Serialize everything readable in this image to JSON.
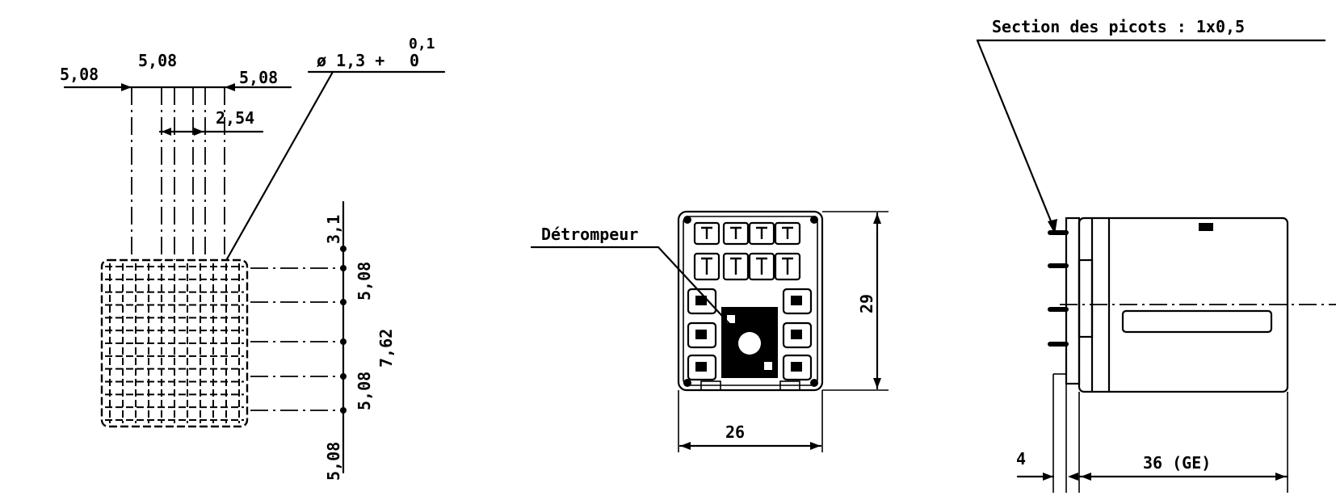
{
  "grid_view": {
    "dim_top_left": "5,08",
    "dim_top_mid": "5,08",
    "dim_top_right": "5,08",
    "dim_half_pitch": "2,54",
    "hole_diameter": "ø 1,3 +",
    "hole_tol_upper": "0,1",
    "hole_tol_lower": "0",
    "dim_v_top": "3,1",
    "dim_v_a": "5,08",
    "dim_v_overall": "7,62",
    "dim_v_b": "5,08",
    "dim_v_bottom": "5,08"
  },
  "front_view": {
    "keying_label": "Détrompeur",
    "height_dim": "29",
    "width_dim": "26"
  },
  "side_view": {
    "pin_section_label": "Section des picots : 1x0,5",
    "pin_length_dim": "4",
    "body_length_dim": "36 (GE)"
  }
}
